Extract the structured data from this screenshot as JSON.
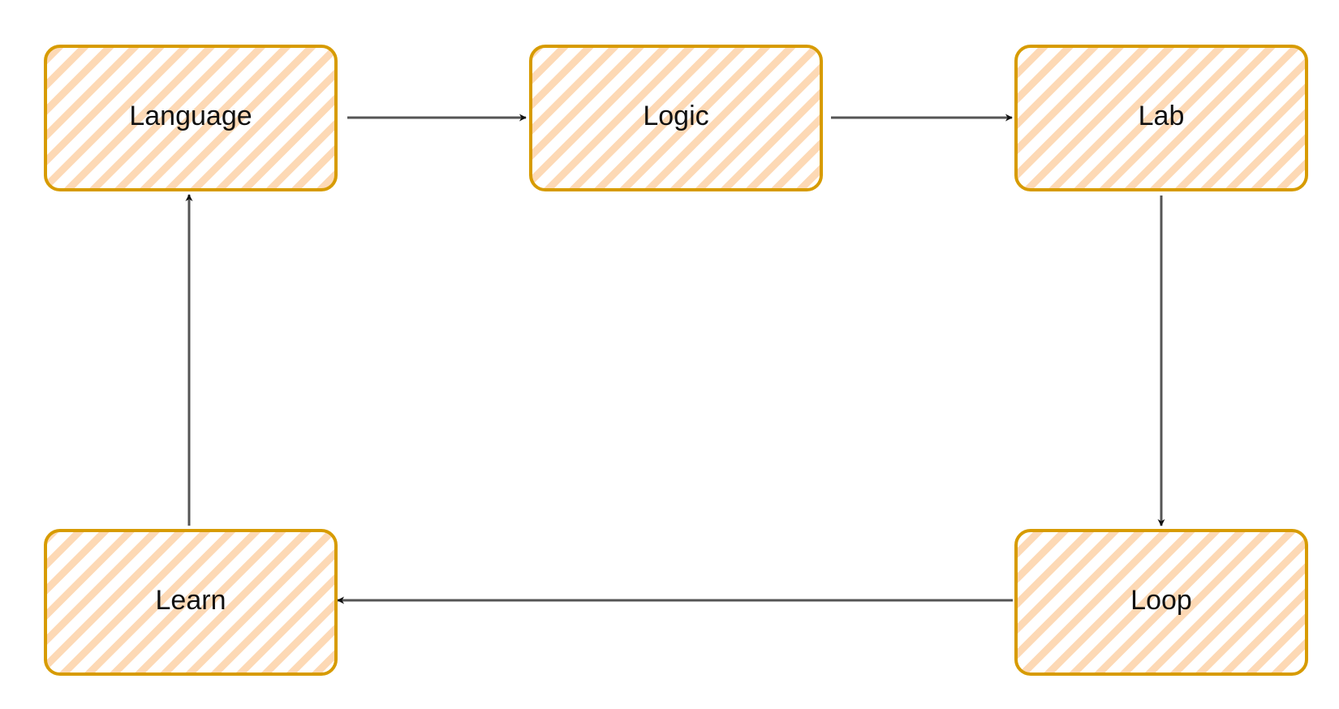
{
  "diagram": {
    "nodes": [
      {
        "id": "language",
        "label": "Language"
      },
      {
        "id": "logic",
        "label": "Logic"
      },
      {
        "id": "lab",
        "label": "Lab"
      },
      {
        "id": "loop",
        "label": "Loop"
      },
      {
        "id": "learn",
        "label": "Learn"
      }
    ],
    "edges": [
      {
        "from": "language",
        "to": "logic"
      },
      {
        "from": "logic",
        "to": "lab"
      },
      {
        "from": "lab",
        "to": "loop"
      },
      {
        "from": "loop",
        "to": "learn"
      },
      {
        "from": "learn",
        "to": "language"
      }
    ],
    "colors": {
      "node_fill_hatch": "#fdd9b5",
      "node_stroke": "#d79b00",
      "edge": "#555555",
      "text": "#111111",
      "background": "#ffffff"
    }
  }
}
